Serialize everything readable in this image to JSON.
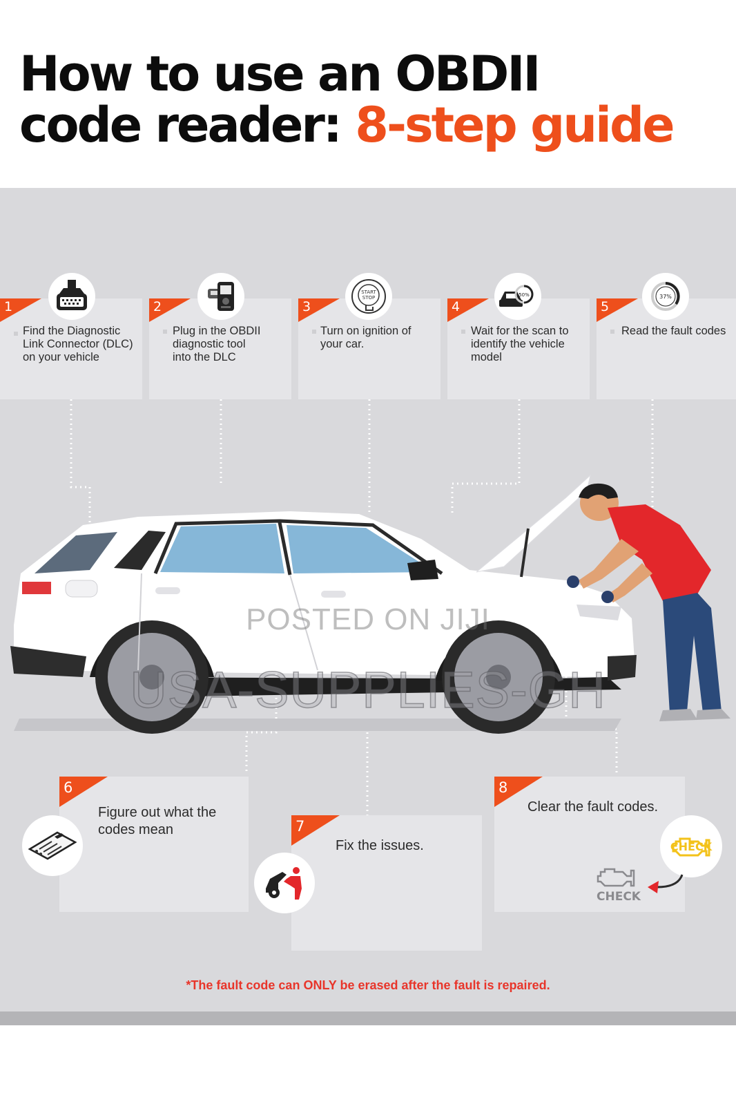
{
  "title": {
    "line1": "How to use an OBDII",
    "line2_prefix": "code reader: ",
    "line2_accent": "8-step guide"
  },
  "steps": [
    {
      "number": "1",
      "text": "Find the Diagnostic\nLink Connector (DLC)\non your vehicle",
      "icon": "obd-connector-icon"
    },
    {
      "number": "2",
      "text": "Plug in the OBDII\ndiagnostic tool\ninto the DLC",
      "icon": "scan-tool-icon"
    },
    {
      "number": "3",
      "text": "Turn on ignition of\nyour car.",
      "icon": "start-stop-button-icon",
      "icon_text_1": "START",
      "icon_text_2": "STOP"
    },
    {
      "number": "4",
      "text": "Wait for the scan to\nidentify the vehicle\nmodel",
      "icon": "car-scan-progress-icon",
      "icon_text": "50%"
    },
    {
      "number": "5",
      "text": "Read the fault codes",
      "icon": "progress-ring-icon",
      "icon_text": "37%"
    },
    {
      "number": "6",
      "text": "Figure out what the\ncodes mean",
      "icon": "clipboard-icon"
    },
    {
      "number": "7",
      "text": "Fix the issues.",
      "icon": "mechanic-icon"
    },
    {
      "number": "8",
      "text": "Clear the fault codes.",
      "icon": "check-engine-icon"
    }
  ],
  "check_labels": {
    "lit": "CHECK",
    "unlit": "CHECK"
  },
  "watermark": {
    "line1": "POSTED ON JIJI",
    "line2": "USA-SUPPLIES-GH"
  },
  "footnote": "*The fault code can ONLY be erased after the fault is repaired.",
  "colors": {
    "accent": "#ee4f1c",
    "panel": "#d9d9dc",
    "card": "#e5e5e8",
    "footnote": "#e8352a",
    "check_lit": "#f3c21a"
  }
}
